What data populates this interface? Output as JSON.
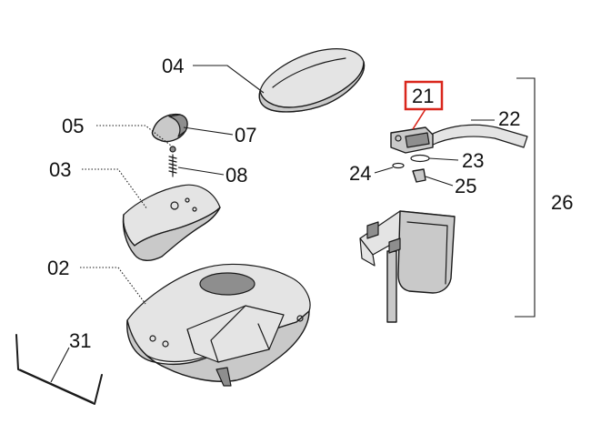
{
  "labels": {
    "p02": "02",
    "p03": "03",
    "p04": "04",
    "p05": "05",
    "p07": "07",
    "p08": "08",
    "p21": "21",
    "p22": "22",
    "p23": "23",
    "p24": "24",
    "p25": "25",
    "p26": "26",
    "p31": "31"
  },
  "highlight": {
    "part": "21",
    "color": "#d9261c"
  }
}
